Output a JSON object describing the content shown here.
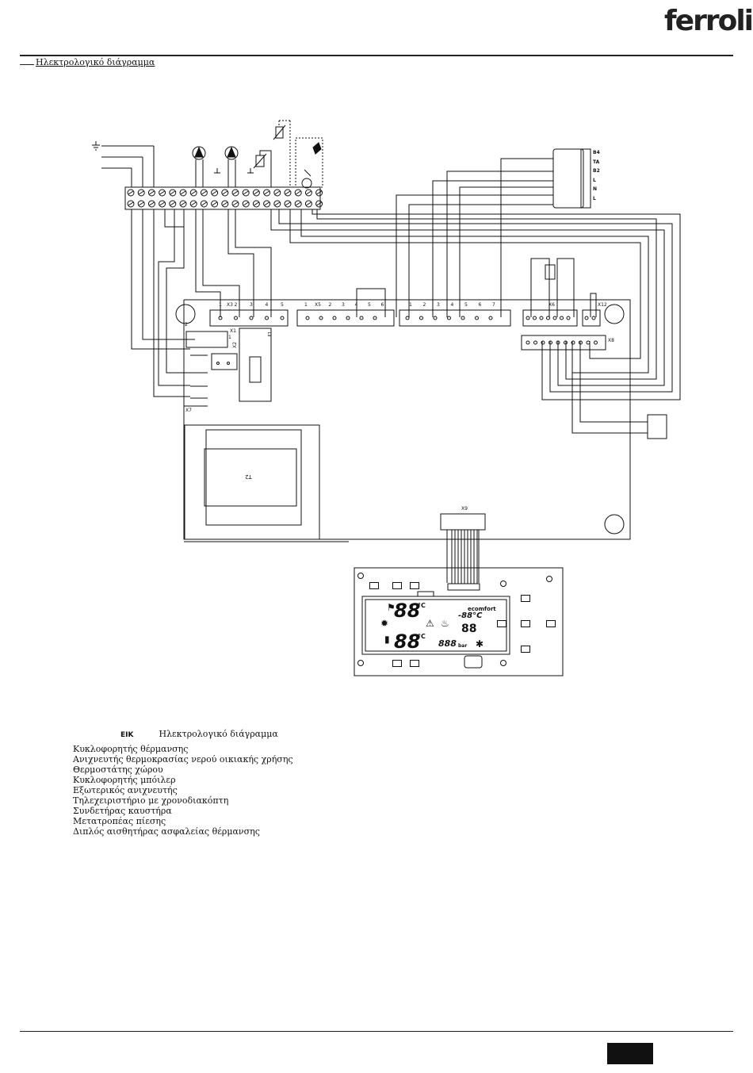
{
  "header": {
    "brand": "ferroli",
    "section_title": "Ηλεκτρολογικό διάγραμμα"
  },
  "diagram": {
    "connectors": {
      "x1": "X1",
      "x2": "X2",
      "x3": "X3",
      "x5": "X5",
      "x6": "X6",
      "x7": "X7",
      "x8": "X8",
      "x9": "X9",
      "x12": "X12",
      "t2": "T2",
      "f1": "F1"
    },
    "x3_pins": [
      "1",
      "2",
      "3",
      "4",
      "5"
    ],
    "x5_pins": [
      "1",
      "2",
      "3",
      "4",
      "5",
      "6"
    ],
    "x4_pins": [
      "1",
      "2",
      "3",
      "4",
      "5",
      "6",
      "7"
    ],
    "x1_pins": [
      "2",
      "1"
    ],
    "side_terminal_labels": [
      "B4",
      "TA",
      "B2",
      "L",
      "N",
      "L"
    ],
    "display": {
      "temp_top": "88",
      "temp_bottom": "88",
      "deg_unit": "°C",
      "brand_text": "ecomfort",
      "small_temp": "-88°C",
      "clock": "88",
      "pressure": "888",
      "pressure_unit": "bar"
    }
  },
  "caption": {
    "label": "ΕΙΚ",
    "text": "Ηλεκτρολογικό διάγραμμα"
  },
  "legend": [
    "Κυκλοφορητής θέρμανσης",
    "Ανιχνευτής θερμοκρασίας νερού οικιακής χρήσης",
    "Θερμοστάτης χώρου",
    "Κυκλοφορητής μπόιλερ",
    "Εξωτερικός ανιχνευτής",
    "Τηλεχειριστήριο με χρονοδιακόπτη",
    "Συνδετήρας καυστήρα",
    "Μετατροπέας πίεσης",
    "Διπλός αισθητήρας  ασφαλείας    θέρμανσης"
  ]
}
